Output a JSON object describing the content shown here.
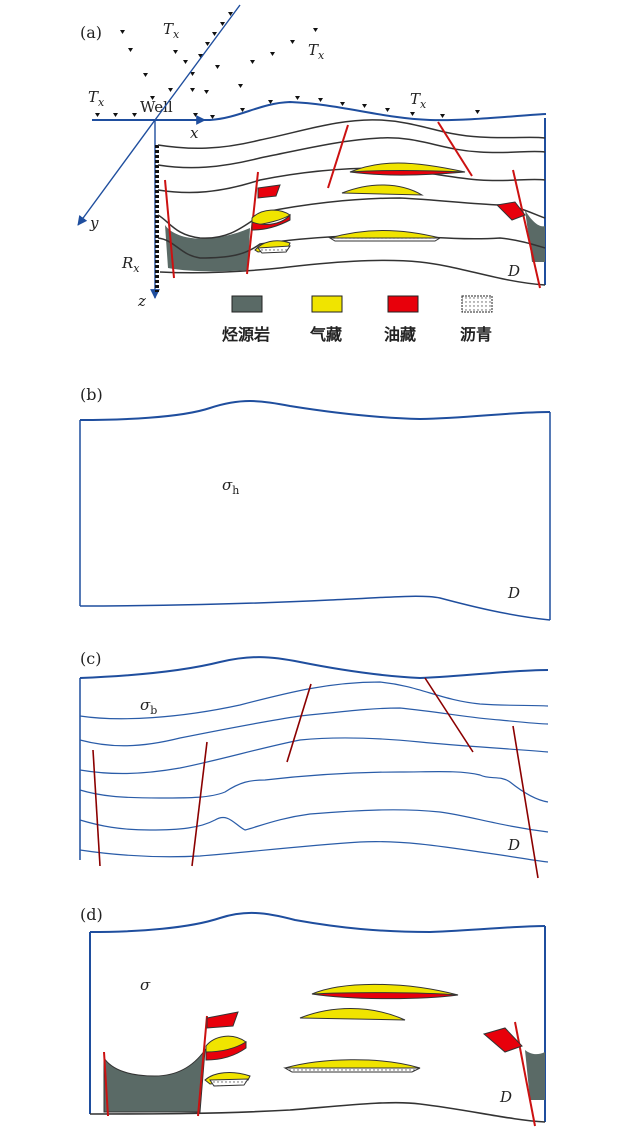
{
  "panels": {
    "a": {
      "label": "(a)"
    },
    "b": {
      "label": "(b)"
    },
    "c": {
      "label": "(c)"
    },
    "d": {
      "label": "(d)"
    }
  },
  "symbols": {
    "tx_base": "T",
    "tx_sub": "x",
    "rx_base": "R",
    "rx_sub": "x",
    "well": "Well",
    "axis_x": "x",
    "axis_y": "y",
    "axis_z": "z",
    "domain": "D",
    "sigma_h_base": "σ",
    "sigma_h_sub": "h",
    "sigma_b_base": "σ",
    "sigma_b_sub": "b",
    "sigma": "σ"
  },
  "legend": [
    {
      "key": "source_rock",
      "label": "烃源岩"
    },
    {
      "key": "gas",
      "label": "气藏"
    },
    {
      "key": "oil",
      "label": "油藏"
    },
    {
      "key": "asphalt",
      "label": "沥青"
    }
  ],
  "colors": {
    "surface": "#1f4e9e",
    "layer_dark": "#333333",
    "layer_blue": "#2a5ca8",
    "fault_red": "#cc1111",
    "fault_darkred": "#8b0000",
    "source_rock": "#5a6a66",
    "gas": "#f0e400",
    "oil": "#e8000b",
    "asphalt": "#ffffff"
  }
}
